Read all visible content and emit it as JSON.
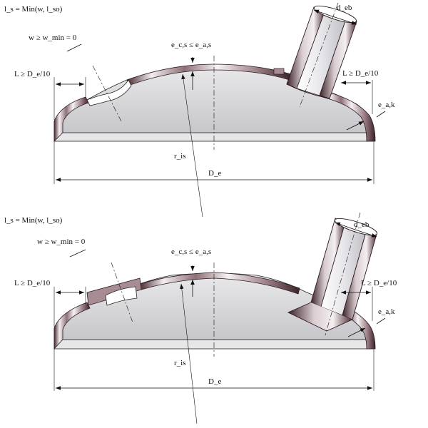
{
  "diagrams": [
    {
      "id": "top",
      "labels": {
        "ls_formula": "l_s = Min(w, l_so)",
        "w_condition": "w ≥ w_min = 0",
        "l_left": "L ≥ D_e/10",
        "l_right": "L ≥ D_e/10",
        "e_cs": "e_c,s ≤ e_a,s",
        "d_eb": "d_eb",
        "e_ak": "e_a,k",
        "r_is": "r_is",
        "D_e": "D_e"
      }
    },
    {
      "id": "bottom",
      "labels": {
        "ls_formula": "l_s = Min(w, l_so)",
        "w_condition": "w ≥ w_min = 0",
        "l_left": "L ≥ D_e/10",
        "l_right": "L ≥ D_e/10",
        "e_cs": "e_c,s ≤ e_a,s",
        "d_eb": "d_eb",
        "e_ak": "e_a,k",
        "r_is": "r_is",
        "D_e": "D_e"
      }
    }
  ],
  "colors": {
    "shell_dark": "#3b2228",
    "shell_mid": "#a88c93",
    "shell_light": "#f2ecee",
    "head_fill": "#d4d4d7",
    "base_fill": "#e6e6e8"
  }
}
